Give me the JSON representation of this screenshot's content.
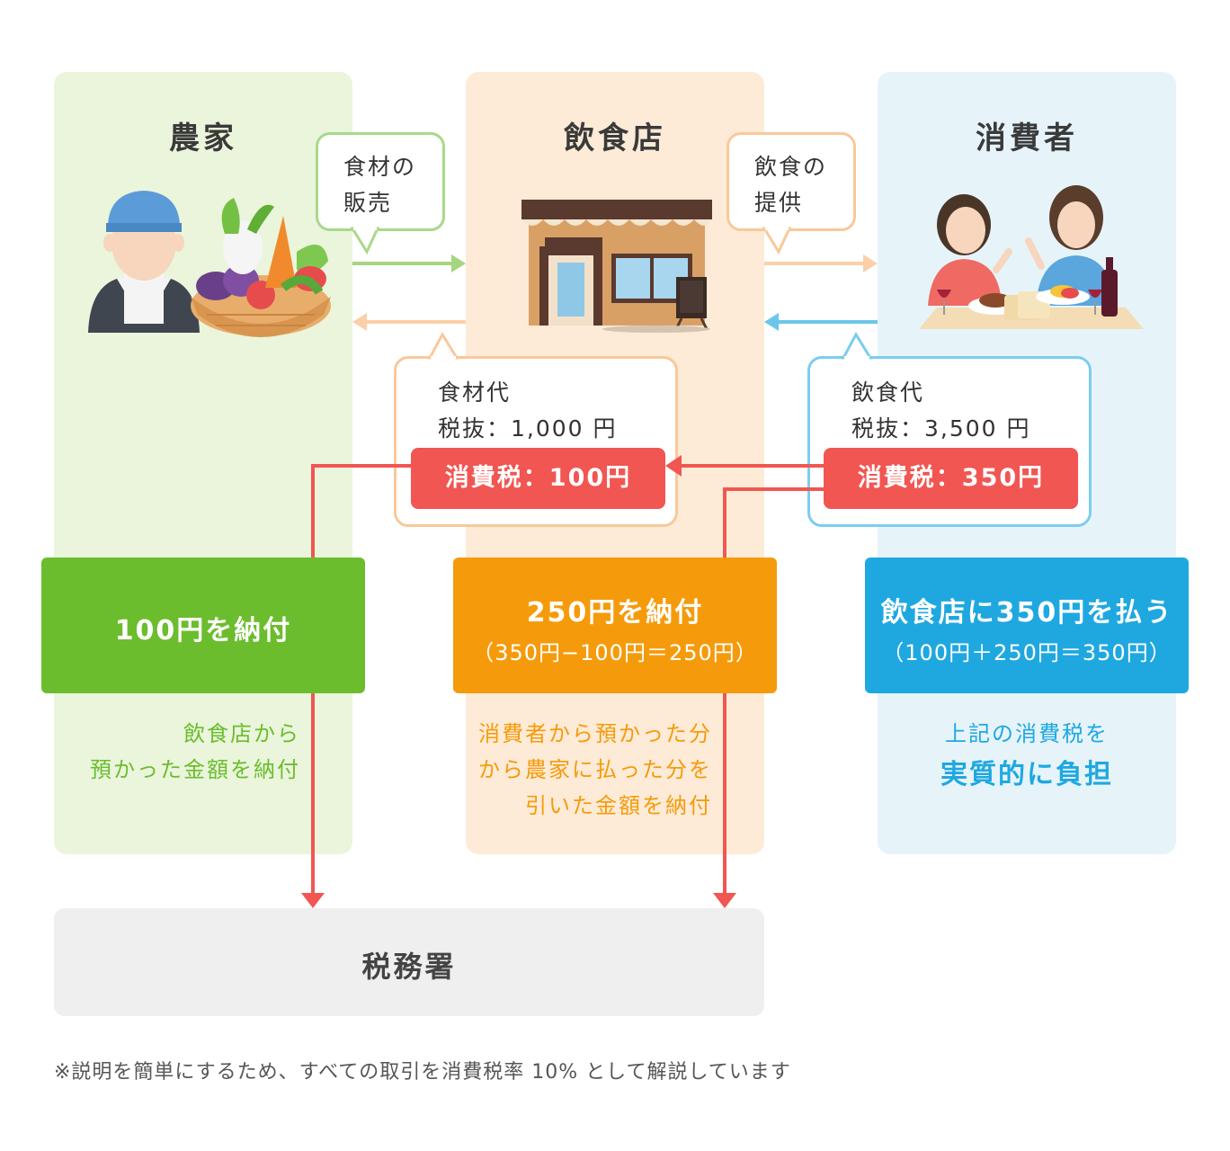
{
  "columns": {
    "farmer": {
      "title": "農家",
      "bg": "#eaf5dc"
    },
    "restaurant": {
      "title": "飲食店",
      "bg": "#fdebd7"
    },
    "consumer": {
      "title": "消費者",
      "bg": "#e6f4fa"
    }
  },
  "bubbles": {
    "sale": {
      "line1": "食材の",
      "line2": "販売"
    },
    "serve": {
      "line1": "飲食の",
      "line2": "提供"
    }
  },
  "payments": {
    "ingredients": {
      "title": "食材代",
      "pretax": "税抜：1,000 円",
      "tax": "消費税：100円"
    },
    "meal": {
      "title": "飲食代",
      "pretax": "税抜：3,500 円",
      "tax": "消費税：350円"
    }
  },
  "results": {
    "farmer": {
      "main": "100円を納付",
      "color": "#6cbd2d"
    },
    "restaurant": {
      "main": "250円を納付",
      "sub": "（350円−100円＝250円）",
      "color": "#f59b0b"
    },
    "consumer": {
      "main": "飲食店に350円を払う",
      "sub": "（100円＋250円＝350円）",
      "color": "#1fa8e0"
    }
  },
  "descriptions": {
    "farmer": {
      "line1": "飲食店から",
      "line2": "預かった金額を納付"
    },
    "restaurant": {
      "line1": "消費者から預かった分",
      "line2": "から農家に払った分を",
      "line3": "引いた金額を納付"
    },
    "consumer": {
      "line1": "上記の消費税を",
      "line2": "実質的に負担"
    }
  },
  "tax_office": {
    "label": "税務署"
  },
  "footnote": "※説明を簡単にするため、すべての取引を消費税率 10% として解説しています",
  "colors": {
    "red": "#f15652",
    "green_arrow": "#a6d57f",
    "orange_arrow": "#fbd0a6",
    "blue_arrow": "#6cc6ea",
    "green_border": "#a8d98a",
    "orange_border": "#f9c89a",
    "blue_border": "#7ccdee"
  }
}
